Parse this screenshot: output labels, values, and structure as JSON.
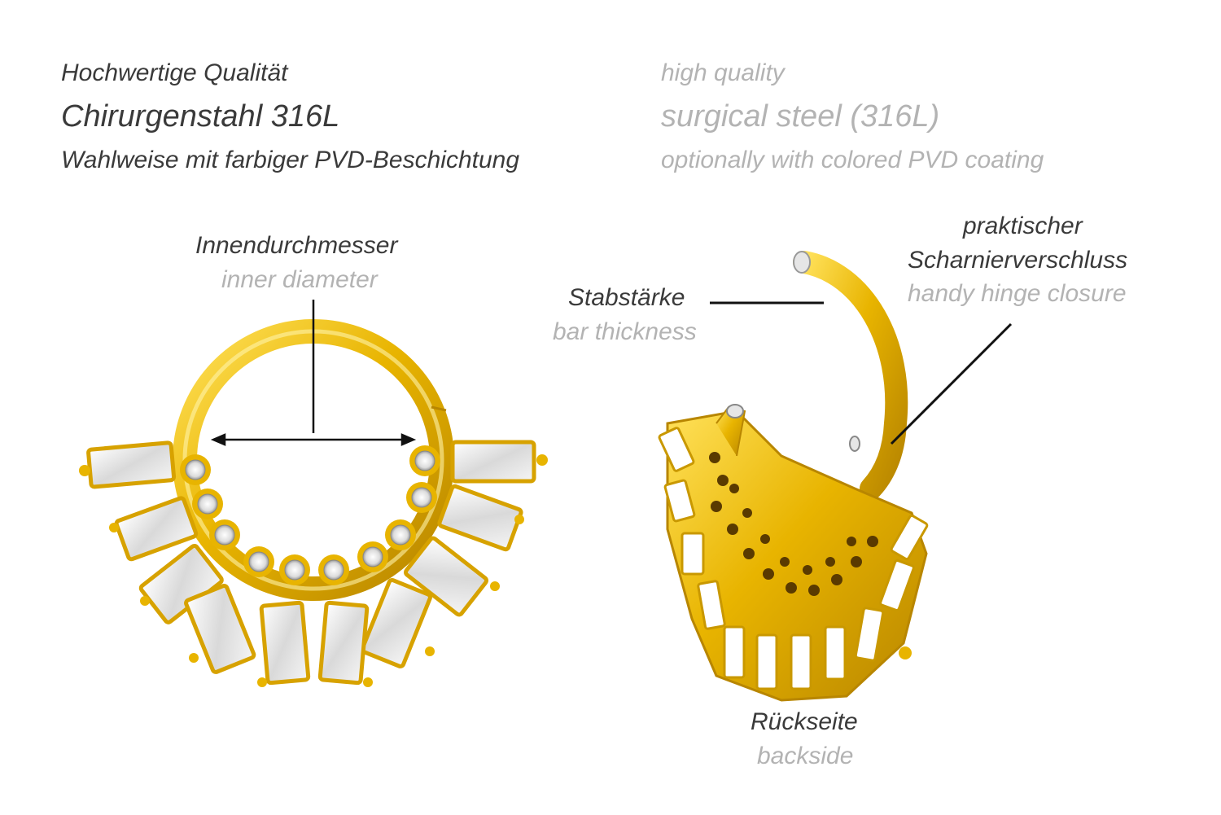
{
  "header": {
    "de": {
      "line1": "Hochwertige Qualität",
      "line2": "Chirurgenstahl 316L",
      "line3": "Wahlweise mit farbiger PVD-Beschichtung"
    },
    "en": {
      "line1": "high quality",
      "line2": "surgical steel (316L)",
      "line3": "optionally with colored PVD coating"
    }
  },
  "labels": {
    "inner_diameter": {
      "de": "Innendurchmesser",
      "en": "inner diameter"
    },
    "bar_thickness": {
      "de": "Stabstärke",
      "en": "bar thickness"
    },
    "hinge": {
      "de_line1": "praktischer",
      "de_line2": "Scharnierverschluss",
      "en": "handy hinge closure"
    },
    "backside": {
      "de": "Rückseite",
      "en": "backside"
    }
  },
  "colors": {
    "gold": "#e8b400",
    "gold_dark": "#b88600",
    "gold_light": "#ffe15a",
    "text_dark": "#3a3a3a",
    "text_light": "#b3b3b3"
  }
}
